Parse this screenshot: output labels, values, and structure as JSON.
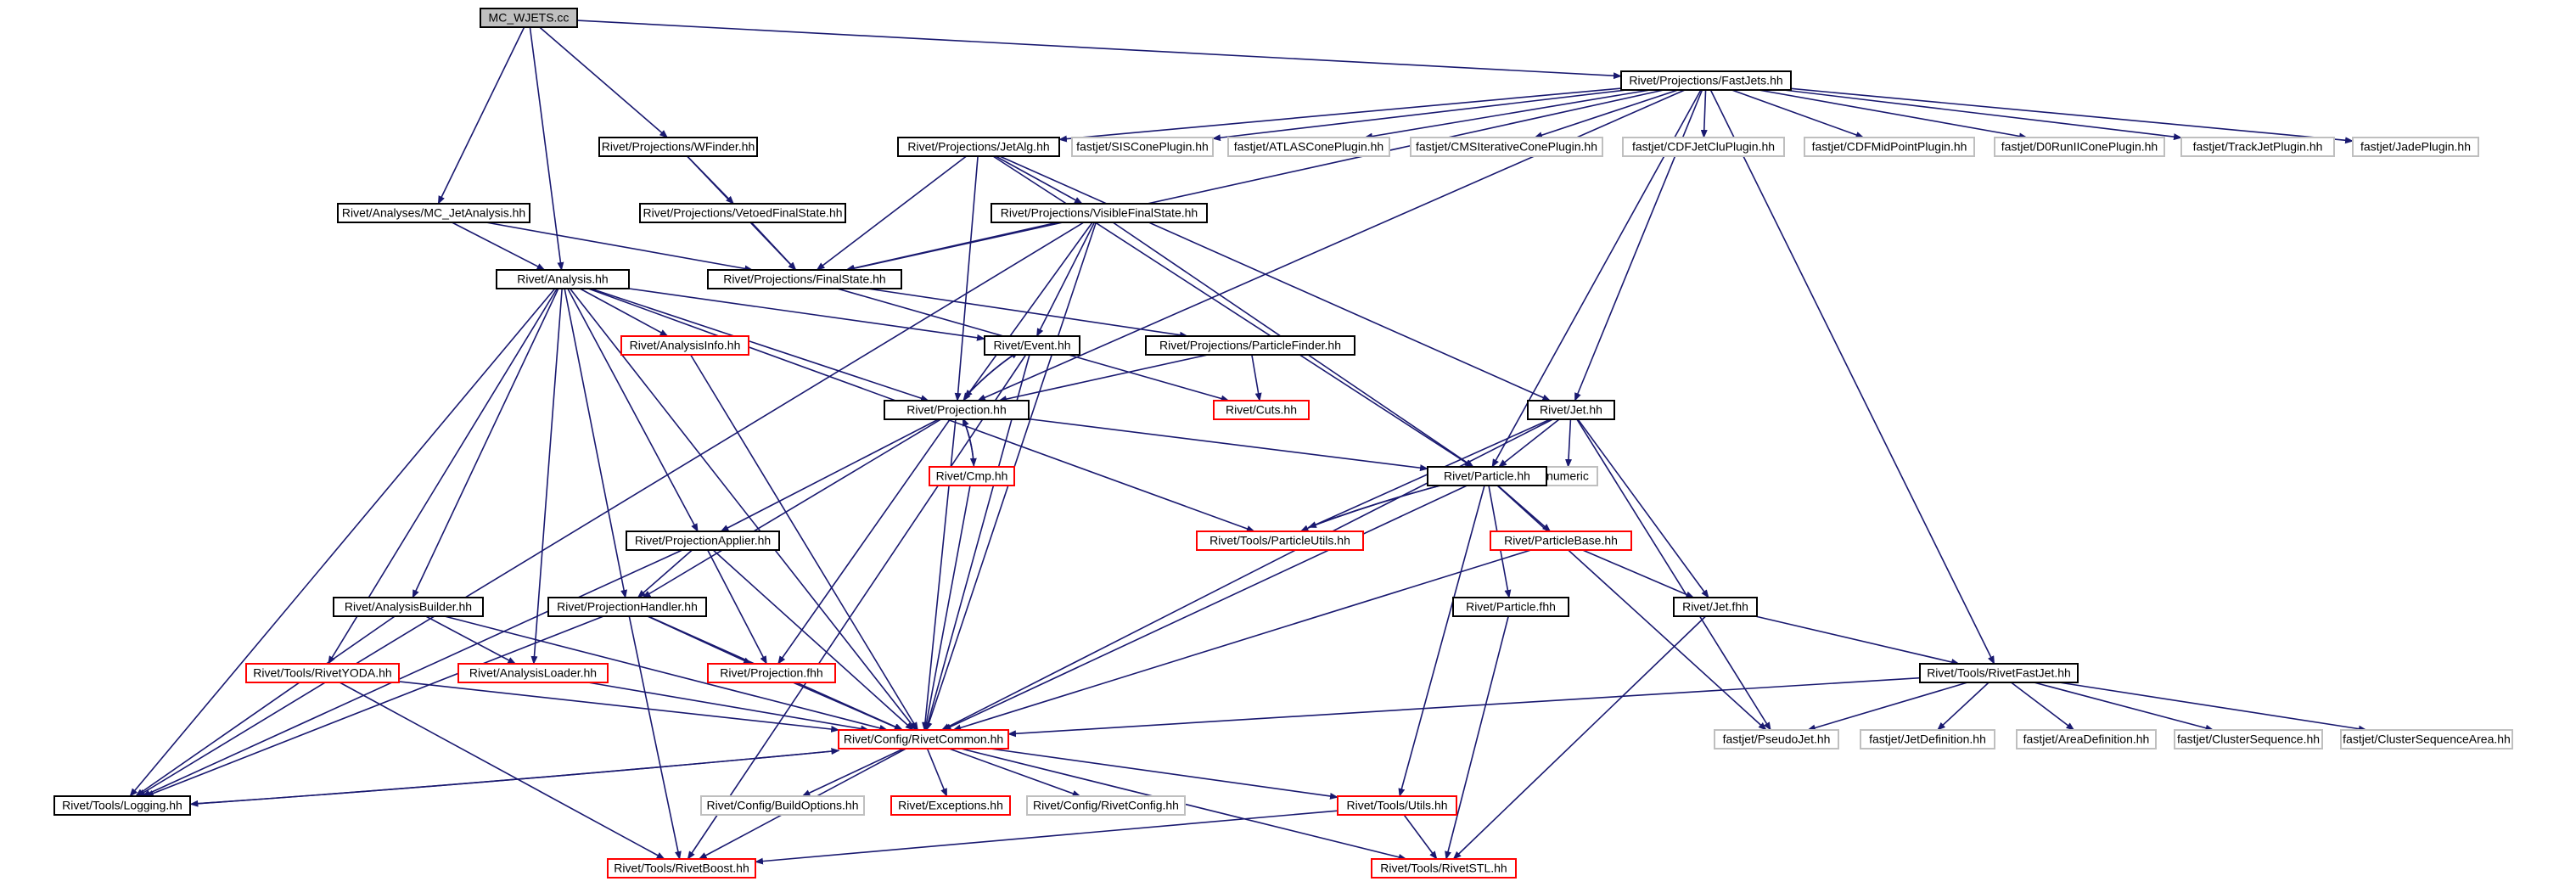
{
  "colors": {
    "edge": "#191970",
    "box_black": "#000000",
    "box_red": "#ff0000",
    "box_gray": "#bfbfbf",
    "root_fill": "#bfbfbf",
    "text": "#000000"
  },
  "nodes": [
    {
      "id": "root",
      "label": "MC_WJETS.cc",
      "style": "root"
    },
    {
      "id": "fastjets",
      "label": "Rivet/Projections/FastJets.hh",
      "style": "black"
    },
    {
      "id": "wfinder",
      "label": "Rivet/Projections/WFinder.hh",
      "style": "black"
    },
    {
      "id": "jetalg",
      "label": "Rivet/Projections/JetAlg.hh",
      "style": "black"
    },
    {
      "id": "siscone",
      "label": "fastjet/SISConePlugin.hh",
      "style": "gray"
    },
    {
      "id": "atlascone",
      "label": "fastjet/ATLASConePlugin.hh",
      "style": "gray"
    },
    {
      "id": "cmsiter",
      "label": "fastjet/CMSIterativeConePlugin.hh",
      "style": "gray"
    },
    {
      "id": "cdfjetclu",
      "label": "fastjet/CDFJetCluPlugin.hh",
      "style": "gray"
    },
    {
      "id": "cdfmid",
      "label": "fastjet/CDFMidPointPlugin.hh",
      "style": "gray"
    },
    {
      "id": "d0run",
      "label": "fastjet/D0RunIIConePlugin.hh",
      "style": "gray"
    },
    {
      "id": "trackjet",
      "label": "fastjet/TrackJetPlugin.hh",
      "style": "gray"
    },
    {
      "id": "jade",
      "label": "fastjet/JadePlugin.hh",
      "style": "gray"
    },
    {
      "id": "mcjet",
      "label": "Rivet/Analyses/MC_JetAnalysis.hh",
      "style": "black"
    },
    {
      "id": "vetoed",
      "label": "Rivet/Projections/VetoedFinalState.hh",
      "style": "black"
    },
    {
      "id": "visible",
      "label": "Rivet/Projections/VisibleFinalState.hh",
      "style": "black"
    },
    {
      "id": "analysis",
      "label": "Rivet/Analysis.hh",
      "style": "black"
    },
    {
      "id": "finalstate",
      "label": "Rivet/Projections/FinalState.hh",
      "style": "black"
    },
    {
      "id": "analysisinfo",
      "label": "Rivet/AnalysisInfo.hh",
      "style": "red"
    },
    {
      "id": "event",
      "label": "Rivet/Event.hh",
      "style": "black"
    },
    {
      "id": "particlefinder",
      "label": "Rivet/Projections/ParticleFinder.hh",
      "style": "black"
    },
    {
      "id": "cuts",
      "label": "Rivet/Cuts.hh",
      "style": "red"
    },
    {
      "id": "jet",
      "label": "Rivet/Jet.hh",
      "style": "black"
    },
    {
      "id": "projection",
      "label": "Rivet/Projection.hh",
      "style": "black"
    },
    {
      "id": "cmp",
      "label": "Rivet/Cmp.hh",
      "style": "red"
    },
    {
      "id": "numeric",
      "label": "numeric",
      "style": "gray"
    },
    {
      "id": "particle",
      "label": "Rivet/Particle.hh",
      "style": "black"
    },
    {
      "id": "particleutils",
      "label": "Rivet/Tools/ParticleUtils.hh",
      "style": "red"
    },
    {
      "id": "projapplier",
      "label": "Rivet/ProjectionApplier.hh",
      "style": "black"
    },
    {
      "id": "particlebase",
      "label": "Rivet/ParticleBase.hh",
      "style": "red"
    },
    {
      "id": "analysisbuilder",
      "label": "Rivet/AnalysisBuilder.hh",
      "style": "black"
    },
    {
      "id": "projhandler",
      "label": "Rivet/ProjectionHandler.hh",
      "style": "black"
    },
    {
      "id": "particlefhh",
      "label": "Rivet/Particle.fhh",
      "style": "black"
    },
    {
      "id": "jetfhh",
      "label": "Rivet/Jet.fhh",
      "style": "black"
    },
    {
      "id": "rivetyoda",
      "label": "Rivet/Tools/RivetYODA.hh",
      "style": "red"
    },
    {
      "id": "analysisloader",
      "label": "Rivet/AnalysisLoader.hh",
      "style": "red"
    },
    {
      "id": "projectionfhh",
      "label": "Rivet/Projection.fhh",
      "style": "red"
    },
    {
      "id": "rivetfastjet",
      "label": "Rivet/Tools/RivetFastJet.hh",
      "style": "black"
    },
    {
      "id": "rivetcommon",
      "label": "Rivet/Config/RivetCommon.hh",
      "style": "red"
    },
    {
      "id": "pseudojet",
      "label": "fastjet/PseudoJet.hh",
      "style": "gray"
    },
    {
      "id": "jetdef",
      "label": "fastjet/JetDefinition.hh",
      "style": "gray"
    },
    {
      "id": "areadef",
      "label": "fastjet/AreaDefinition.hh",
      "style": "gray"
    },
    {
      "id": "clusterseq",
      "label": "fastjet/ClusterSequence.hh",
      "style": "gray"
    },
    {
      "id": "clusterseqarea",
      "label": "fastjet/ClusterSequenceArea.hh",
      "style": "gray"
    },
    {
      "id": "logging",
      "label": "Rivet/Tools/Logging.hh",
      "style": "black"
    },
    {
      "id": "buildoptions",
      "label": "Rivet/Config/BuildOptions.hh",
      "style": "gray"
    },
    {
      "id": "exceptions",
      "label": "Rivet/Exceptions.hh",
      "style": "red"
    },
    {
      "id": "rivetconfig",
      "label": "Rivet/Config/RivetConfig.hh",
      "style": "gray"
    },
    {
      "id": "utils",
      "label": "Rivet/Tools/Utils.hh",
      "style": "red"
    },
    {
      "id": "rivetboost",
      "label": "Rivet/Tools/RivetBoost.hh",
      "style": "red"
    },
    {
      "id": "rivetstl",
      "label": "Rivet/Tools/RivetSTL.hh",
      "style": "red"
    }
  ],
  "edges": [
    [
      "root",
      "fastjets"
    ],
    [
      "root",
      "wfinder"
    ],
    [
      "root",
      "mcjet"
    ],
    [
      "root",
      "analysis"
    ],
    [
      "fastjets",
      "jetalg"
    ],
    [
      "fastjets",
      "siscone"
    ],
    [
      "fastjets",
      "atlascone"
    ],
    [
      "fastjets",
      "cmsiter"
    ],
    [
      "fastjets",
      "cdfjetclu"
    ],
    [
      "fastjets",
      "cdfmid"
    ],
    [
      "fastjets",
      "d0run"
    ],
    [
      "fastjets",
      "trackjet"
    ],
    [
      "fastjets",
      "jade"
    ],
    [
      "fastjets",
      "finalstate"
    ],
    [
      "fastjets",
      "projection"
    ],
    [
      "fastjets",
      "jet"
    ],
    [
      "fastjets",
      "particle"
    ],
    [
      "fastjets",
      "rivetfastjet"
    ],
    [
      "wfinder",
      "vetoed"
    ],
    [
      "wfinder",
      "finalstate"
    ],
    [
      "vetoed",
      "finalstate"
    ],
    [
      "mcjet",
      "analysis"
    ],
    [
      "mcjet",
      "finalstate"
    ],
    [
      "jetalg",
      "visible"
    ],
    [
      "jetalg",
      "finalstate"
    ],
    [
      "jetalg",
      "projection"
    ],
    [
      "jetalg",
      "jet"
    ],
    [
      "jetalg",
      "particle"
    ],
    [
      "visible",
      "finalstate"
    ],
    [
      "visible",
      "event"
    ],
    [
      "visible",
      "projection"
    ],
    [
      "visible",
      "particle"
    ],
    [
      "visible",
      "logging"
    ],
    [
      "visible",
      "rivetcommon"
    ],
    [
      "finalstate",
      "particlefinder"
    ],
    [
      "finalstate",
      "cuts"
    ],
    [
      "particlefinder",
      "projection"
    ],
    [
      "particlefinder",
      "cuts"
    ],
    [
      "analysis",
      "analysisinfo"
    ],
    [
      "analysis",
      "event"
    ],
    [
      "analysis",
      "projection"
    ],
    [
      "analysis",
      "particleutils"
    ],
    [
      "analysis",
      "projapplier"
    ],
    [
      "analysis",
      "analysisbuilder"
    ],
    [
      "analysis",
      "projhandler"
    ],
    [
      "analysis",
      "rivetyoda"
    ],
    [
      "analysis",
      "analysisloader"
    ],
    [
      "analysis",
      "logging"
    ],
    [
      "analysis",
      "rivetcommon"
    ],
    [
      "analysisinfo",
      "rivetcommon"
    ],
    [
      "event",
      "projection"
    ],
    [
      "event",
      "rivetcommon"
    ],
    [
      "event",
      "rivetboost"
    ],
    [
      "projection",
      "event"
    ],
    [
      "projection",
      "cmp"
    ],
    [
      "projection",
      "particle"
    ],
    [
      "projection",
      "projapplier"
    ],
    [
      "projection",
      "projhandler"
    ],
    [
      "projection",
      "projectionfhh"
    ],
    [
      "projection",
      "rivetcommon"
    ],
    [
      "cmp",
      "projection"
    ],
    [
      "cmp",
      "rivetcommon"
    ],
    [
      "jet",
      "particle"
    ],
    [
      "jet",
      "numeric"
    ],
    [
      "jet",
      "particleutils"
    ],
    [
      "jet",
      "jetfhh"
    ],
    [
      "jet",
      "pseudojet"
    ],
    [
      "jet",
      "rivetcommon"
    ],
    [
      "particle",
      "particleutils"
    ],
    [
      "particle",
      "particlebase"
    ],
    [
      "particle",
      "particlefhh"
    ],
    [
      "particle",
      "pseudojet"
    ],
    [
      "particle",
      "utils"
    ],
    [
      "particle",
      "rivetcommon"
    ],
    [
      "particleutils",
      "particle"
    ],
    [
      "particlebase",
      "jetfhh"
    ],
    [
      "particlebase",
      "rivetcommon"
    ],
    [
      "jetfhh",
      "rivetfastjet"
    ],
    [
      "jetfhh",
      "rivetstl"
    ],
    [
      "particlefhh",
      "rivetstl"
    ],
    [
      "projapplier",
      "projhandler"
    ],
    [
      "projapplier",
      "projectionfhh"
    ],
    [
      "projapplier",
      "logging"
    ],
    [
      "projapplier",
      "rivetcommon"
    ],
    [
      "analysisbuilder",
      "analysisloader"
    ],
    [
      "analysisbuilder",
      "logging"
    ],
    [
      "analysisbuilder",
      "rivetcommon"
    ],
    [
      "projhandler",
      "projectionfhh"
    ],
    [
      "projhandler",
      "logging"
    ],
    [
      "projhandler",
      "rivetboost"
    ],
    [
      "projhandler",
      "rivetcommon"
    ],
    [
      "rivetyoda",
      "rivetcommon"
    ],
    [
      "rivetyoda",
      "rivetboost"
    ],
    [
      "analysisloader",
      "rivetcommon"
    ],
    [
      "projectionfhh",
      "rivetcommon"
    ],
    [
      "rivetfastjet",
      "rivetcommon"
    ],
    [
      "rivetfastjet",
      "pseudojet"
    ],
    [
      "rivetfastjet",
      "jetdef"
    ],
    [
      "rivetfastjet",
      "areadef"
    ],
    [
      "rivetfastjet",
      "clusterseq"
    ],
    [
      "rivetfastjet",
      "clusterseqarea"
    ],
    [
      "rivetcommon",
      "logging"
    ],
    [
      "rivetcommon",
      "buildoptions"
    ],
    [
      "rivetcommon",
      "exceptions"
    ],
    [
      "rivetcommon",
      "rivetconfig"
    ],
    [
      "rivetcommon",
      "utils"
    ],
    [
      "rivetcommon",
      "rivetboost"
    ],
    [
      "rivetcommon",
      "rivetstl"
    ],
    [
      "logging",
      "rivetcommon"
    ],
    [
      "utils",
      "rivetboost"
    ],
    [
      "utils",
      "rivetstl"
    ]
  ]
}
